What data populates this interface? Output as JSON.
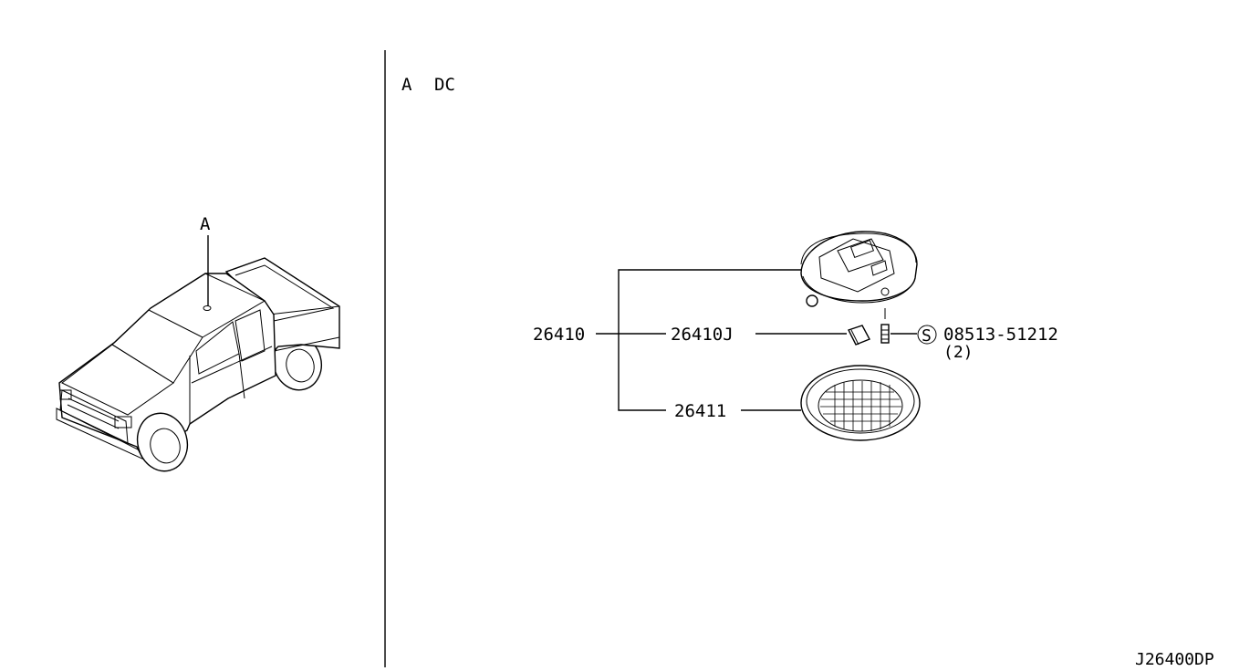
{
  "view_key": "A",
  "detail": {
    "view_label": "A",
    "variant": "DC"
  },
  "parts": {
    "assembly": "26410",
    "bulb": "26410J",
    "lens": "26411",
    "screw_symbol": "S",
    "screw": "08513-51212",
    "screw_qty": "(2)"
  },
  "diagram_code": "J26400DP"
}
